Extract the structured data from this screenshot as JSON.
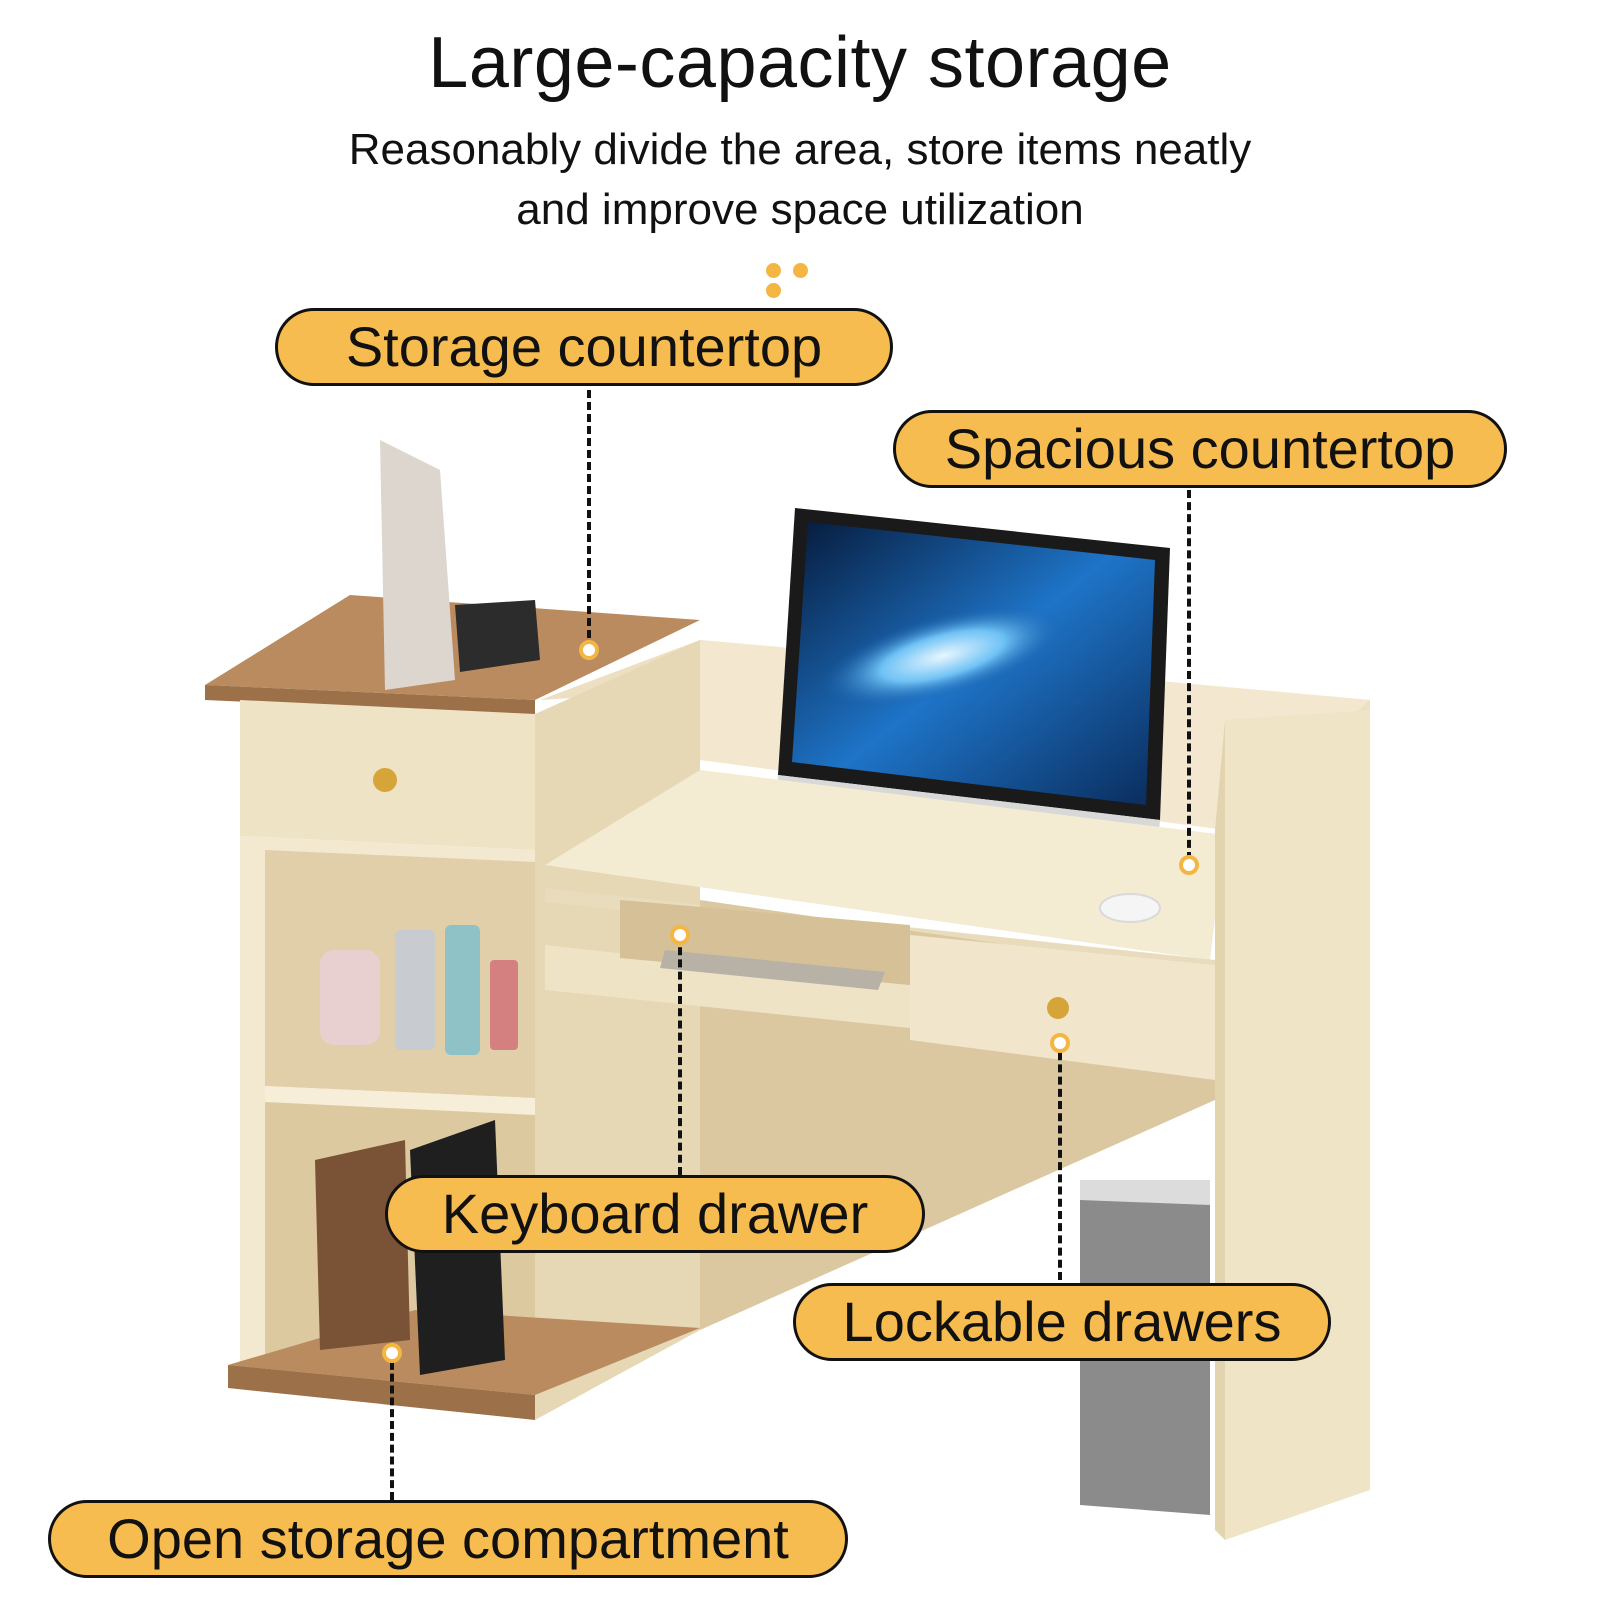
{
  "header": {
    "title": "Large-capacity storage",
    "subtitle_line1": "Reasonably divide the area, store items neatly",
    "subtitle_line2": "and improve space utilization"
  },
  "callouts": {
    "storage_countertop": "Storage countertop",
    "spacious_countertop": "Spacious countertop",
    "keyboard_drawer": "Keyboard drawer",
    "lockable_drawers": "Lockable drawers",
    "open_storage": "Open storage compartment"
  },
  "colors": {
    "accent": "#f7bc4f",
    "desk_body": "#f0e4c8",
    "wood_top": "#b98b5f"
  }
}
